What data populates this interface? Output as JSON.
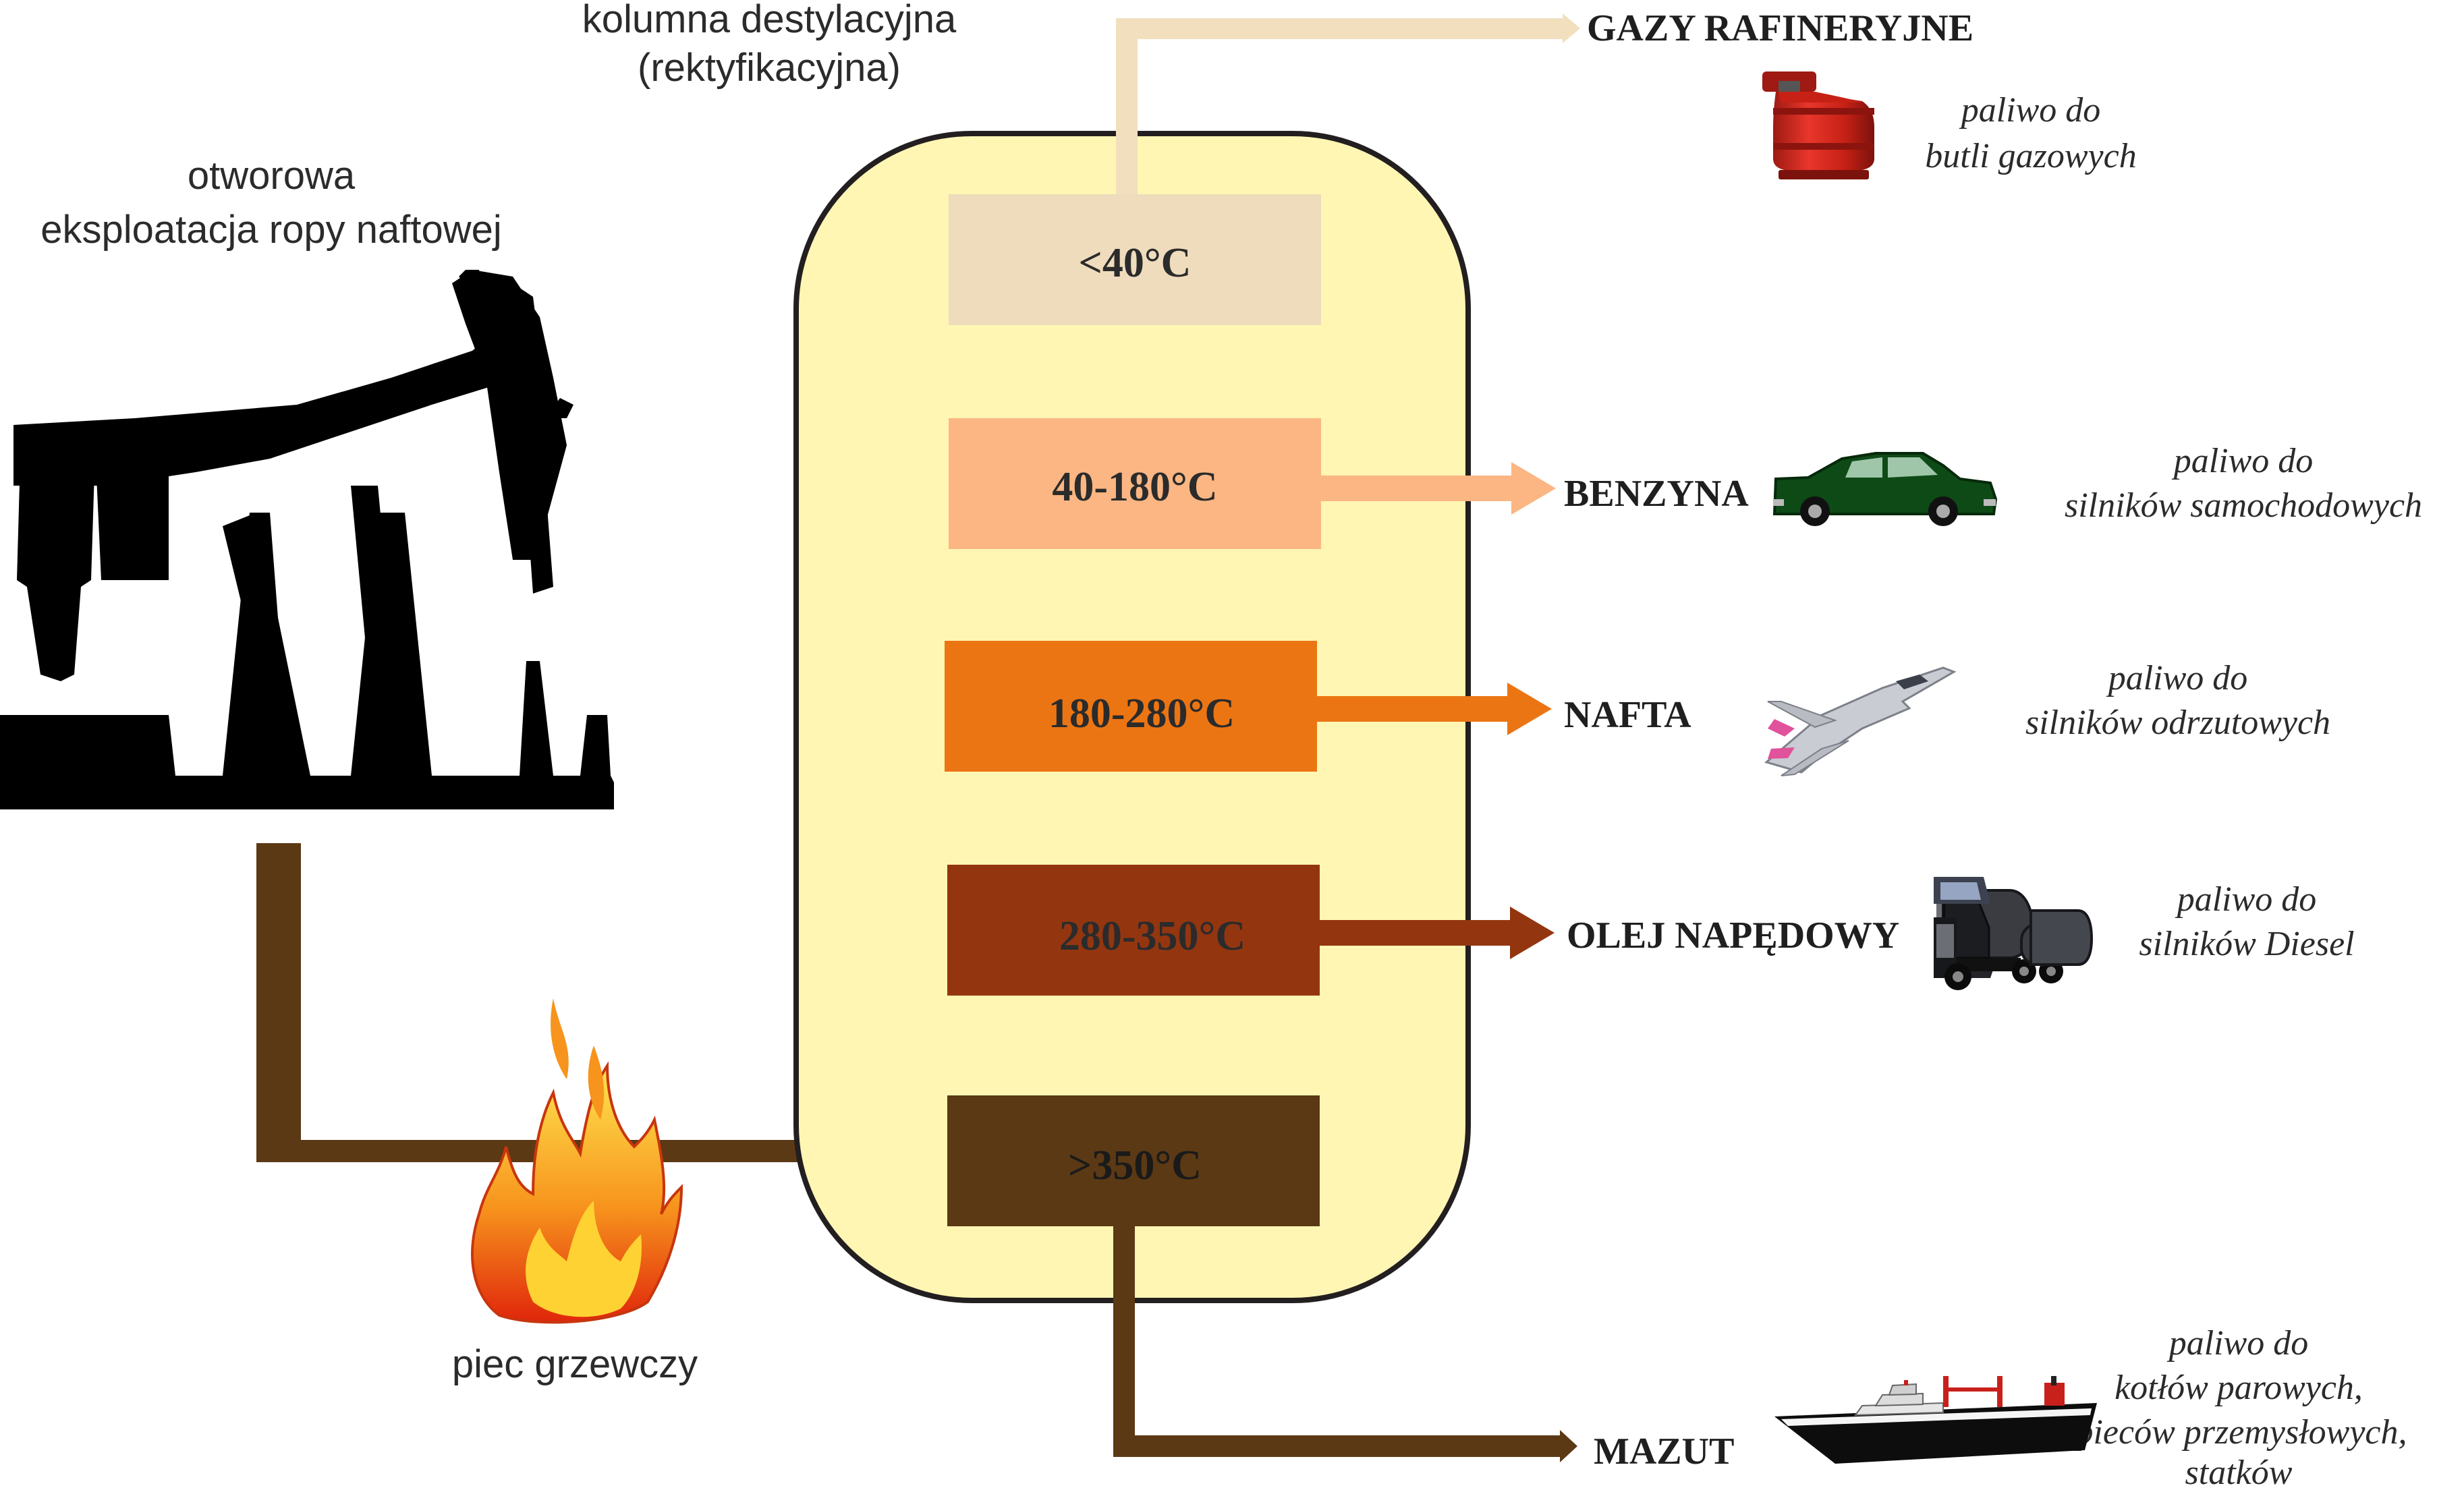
{
  "labels": {
    "column_line1": "kolumna destylacyjna",
    "column_line2": "(rektyfikacyjna)",
    "pump_line1": "otworowa",
    "pump_line2": "eksploatacja ropy naftowej",
    "furnace": "piec grzewczy"
  },
  "fractions": [
    {
      "temp": "<40°C",
      "product": "GAZY RAFINERYJNE",
      "use_lines": [
        "paliwo do",
        "butli gazowych"
      ],
      "color": "#EEDCBC",
      "arrow_color": "#F1DFBE",
      "icon": "gas-cylinder-icon"
    },
    {
      "temp": "40-180°C",
      "product": "BENZYNA",
      "use_lines": [
        "paliwo do",
        "silników samochodowych"
      ],
      "color": "#FBB683",
      "arrow_color": "#FBB683",
      "icon": "car-icon"
    },
    {
      "temp": "180-280°C",
      "product": "NAFTA",
      "use_lines": [
        "paliwo do",
        "silników odrzutowych"
      ],
      "color": "#EC7513",
      "arrow_color": "#EC7513",
      "icon": "jet-plane-icon"
    },
    {
      "temp": "280-350°C",
      "product": "OLEJ NAPĘDOWY",
      "use_lines": [
        "paliwo do",
        "silników Diesel"
      ],
      "color": "#933610",
      "arrow_color": "#933610",
      "icon": "tanker-truck-icon"
    },
    {
      "temp": ">350°C",
      "product": "MAZUT",
      "use_lines": [
        "paliwo do",
        "kotłów parowych,",
        "pieców przemysłowych,",
        "statków"
      ],
      "color": "#5B3914",
      "arrow_color": "#5B3914",
      "icon": "ship-icon"
    }
  ],
  "colors": {
    "column_fill": "#FFF6B4",
    "pipe": "#5B3914",
    "pump": "#000000"
  }
}
